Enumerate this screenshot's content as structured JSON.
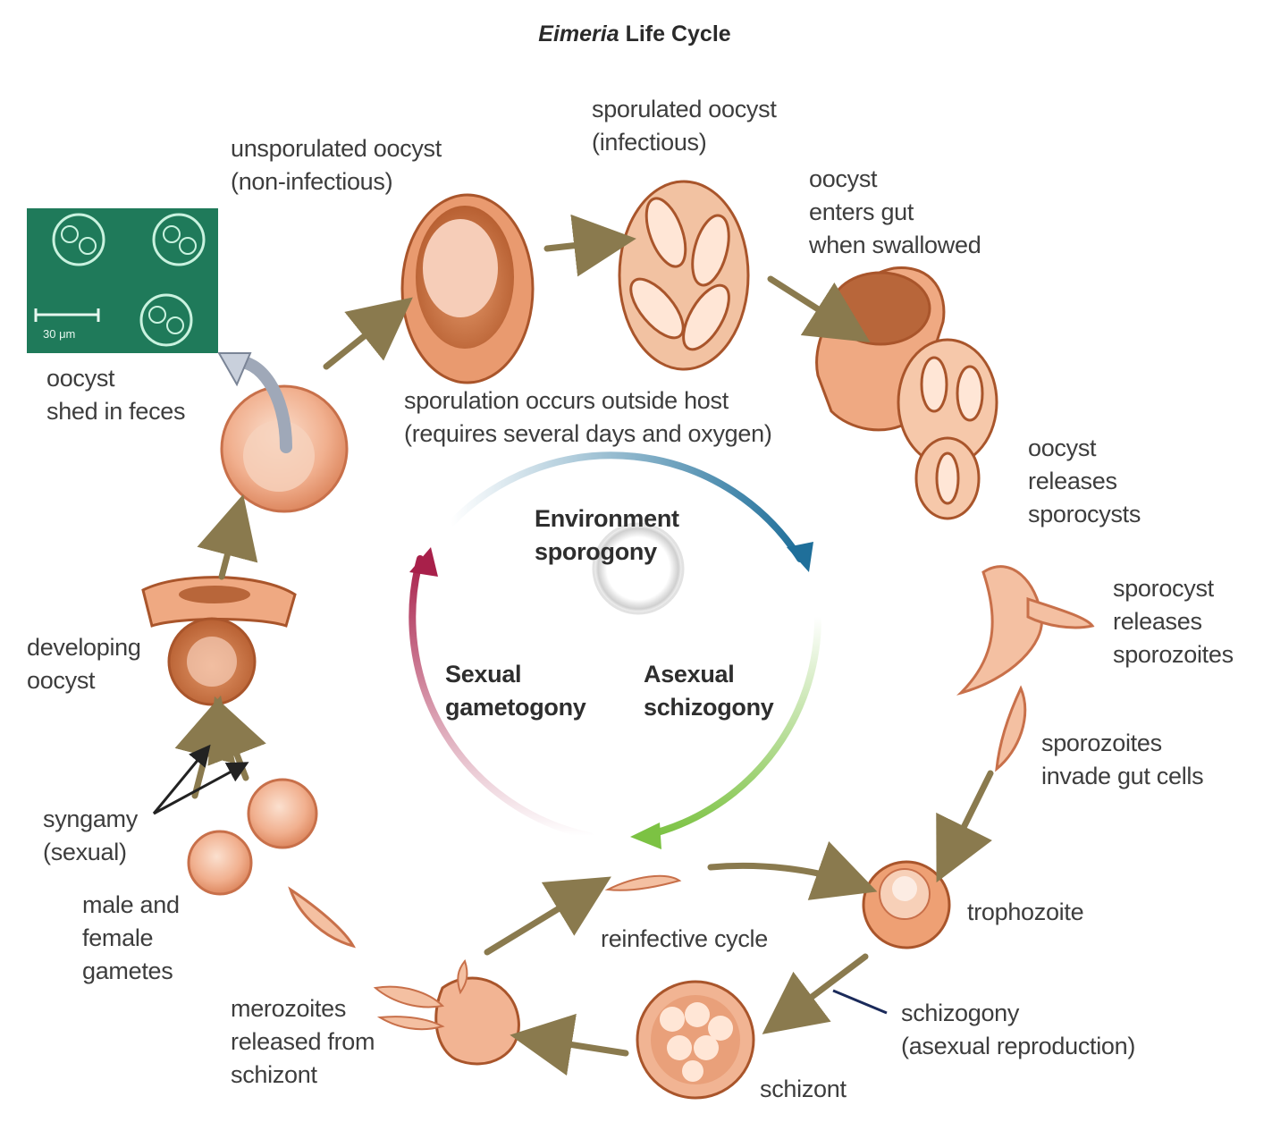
{
  "title": {
    "italic": "Eimeria",
    "rest": " Life Cycle"
  },
  "labels": {
    "unsporulated": "unsporulated oocyst\n(non-infectious)",
    "sporulated": "sporulated oocyst\n(infectious)",
    "enters_gut": "oocyst\nenters gut\nwhen swallowed",
    "oocyst_shed": "oocyst\nshed in feces",
    "sporulation": "sporulation occurs outside host\n(requires several days and oxygen)",
    "releases_sporocysts": "oocyst\nreleases\nsporocysts",
    "sporocyst_releases": "sporocyst\nreleases\nsporozoites",
    "developing": "developing\noocyst",
    "sporozoites_invade": "sporozoites\ninvade gut cells",
    "syngamy": "syngamy\n(sexual)",
    "male_female": "male and\nfemale\ngametes",
    "trophozoite": "trophozoite",
    "reinfective": "reinfective cycle",
    "merozoites": "merozoites\nreleased from\nschizont",
    "schizogony": "schizogony\n(asexual reproduction)",
    "schizont": "schizont"
  },
  "center": {
    "environment": "Environment\nsporogony",
    "sexual": "Sexual\ngametogony",
    "asexual": "Asexual\nschizogony"
  },
  "micrograph": {
    "scale_text": "30 μm"
  },
  "colors": {
    "cell_fill": "#f2b79a",
    "cell_outline": "#c8704a",
    "arrow": "#8a7a4e",
    "micrograph_bg": "#1f7a5a",
    "cycle_blue": "#1f6f9a",
    "cycle_green": "#7cc243",
    "cycle_red": "#a8204a"
  }
}
